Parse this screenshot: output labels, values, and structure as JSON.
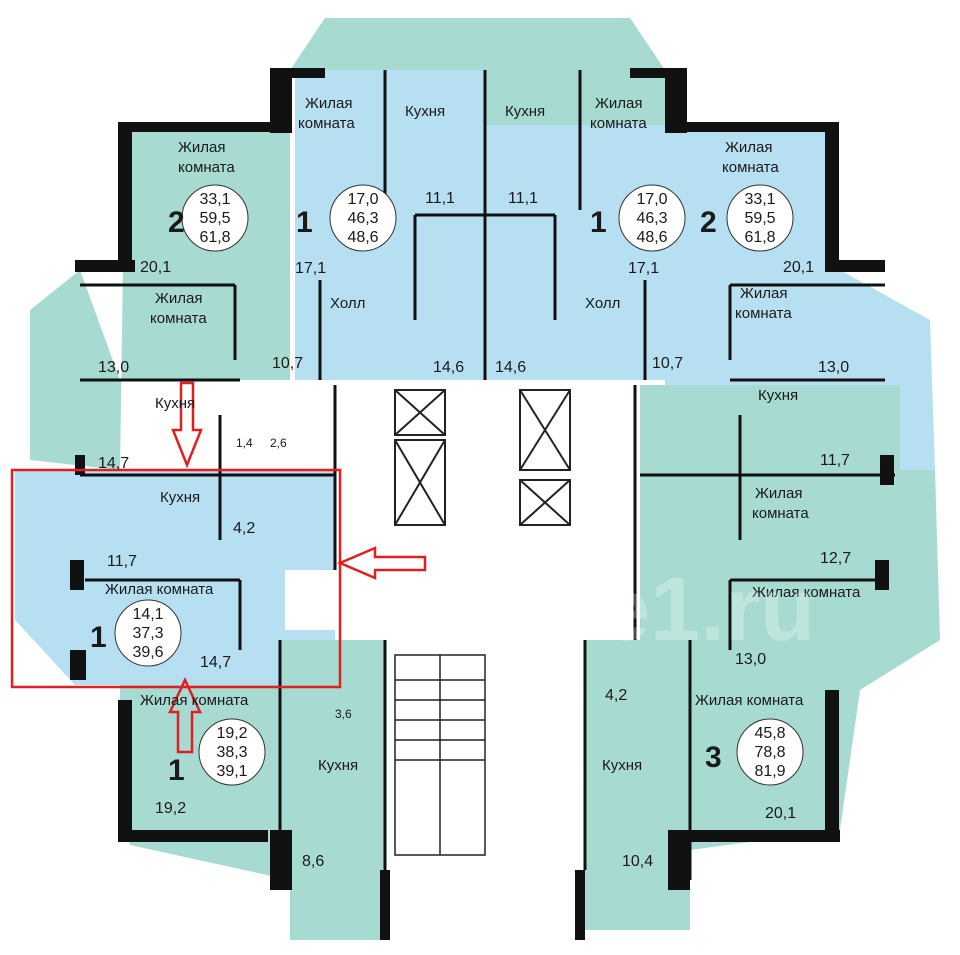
{
  "colors": {
    "light_blue": "#b7dff2",
    "teal": "#a7dbd2",
    "wall": "#111111",
    "core": "#ffffff",
    "highlight": "#e02020",
    "corridor_line": "#333333"
  },
  "apartments": [
    {
      "id": "a1",
      "rooms": "2",
      "total": "33,1",
      "living": "59,5",
      "full": "61,8"
    },
    {
      "id": "a2",
      "rooms": "1",
      "total": "17,0",
      "living": "46,3",
      "full": "48,6"
    },
    {
      "id": "a3",
      "rooms": "1",
      "total": "17,0",
      "living": "46,3",
      "full": "48,6"
    },
    {
      "id": "a4",
      "rooms": "2",
      "total": "33,1",
      "living": "59,5",
      "full": "61,8"
    },
    {
      "id": "a5",
      "rooms": "1",
      "total": "14,1",
      "living": "37,3",
      "full": "39,6"
    },
    {
      "id": "a6",
      "rooms": "1",
      "total": "19,2",
      "living": "38,3",
      "full": "39,1"
    },
    {
      "id": "a7",
      "rooms": "3",
      "total": "45,8",
      "living": "78,8",
      "full": "81,9"
    }
  ],
  "labels": {
    "living_room": "Жилая комната",
    "living_line1": "Жилая",
    "living_line2": "комната",
    "kitchen": "Кухня",
    "hall": "Холл"
  },
  "areas": {
    "a1_bedroom": "20,1",
    "a1_living": "13,0",
    "a1_kitchen": "14,7",
    "a2_hall": "17,1",
    "a2_kitchen": "11,1",
    "a2_corr": "10,7",
    "a2_bath": "14,6",
    "a3_hall": "17,1",
    "a3_kitchen": "11,1",
    "a3_corr": "10,7",
    "a3_bath": "14,6",
    "a4_bedroom": "20,1",
    "a4_living": "13,0",
    "a4_kitchen": "11,7",
    "wc1": "1,4",
    "wc2": "2,6",
    "wc3": "4,2",
    "a5_kitchen": "11,7",
    "a5_room": "14,7",
    "a6_room": "19,2",
    "a6_kitchen": "8,6",
    "a6_wc": "3,6",
    "a7_room1": "12,7",
    "a7_room2": "13,0",
    "a7_room3": "20,1",
    "a7_kitchen": "10,4",
    "a7_wc": "4,2"
  },
  "watermark": "e1.ru"
}
